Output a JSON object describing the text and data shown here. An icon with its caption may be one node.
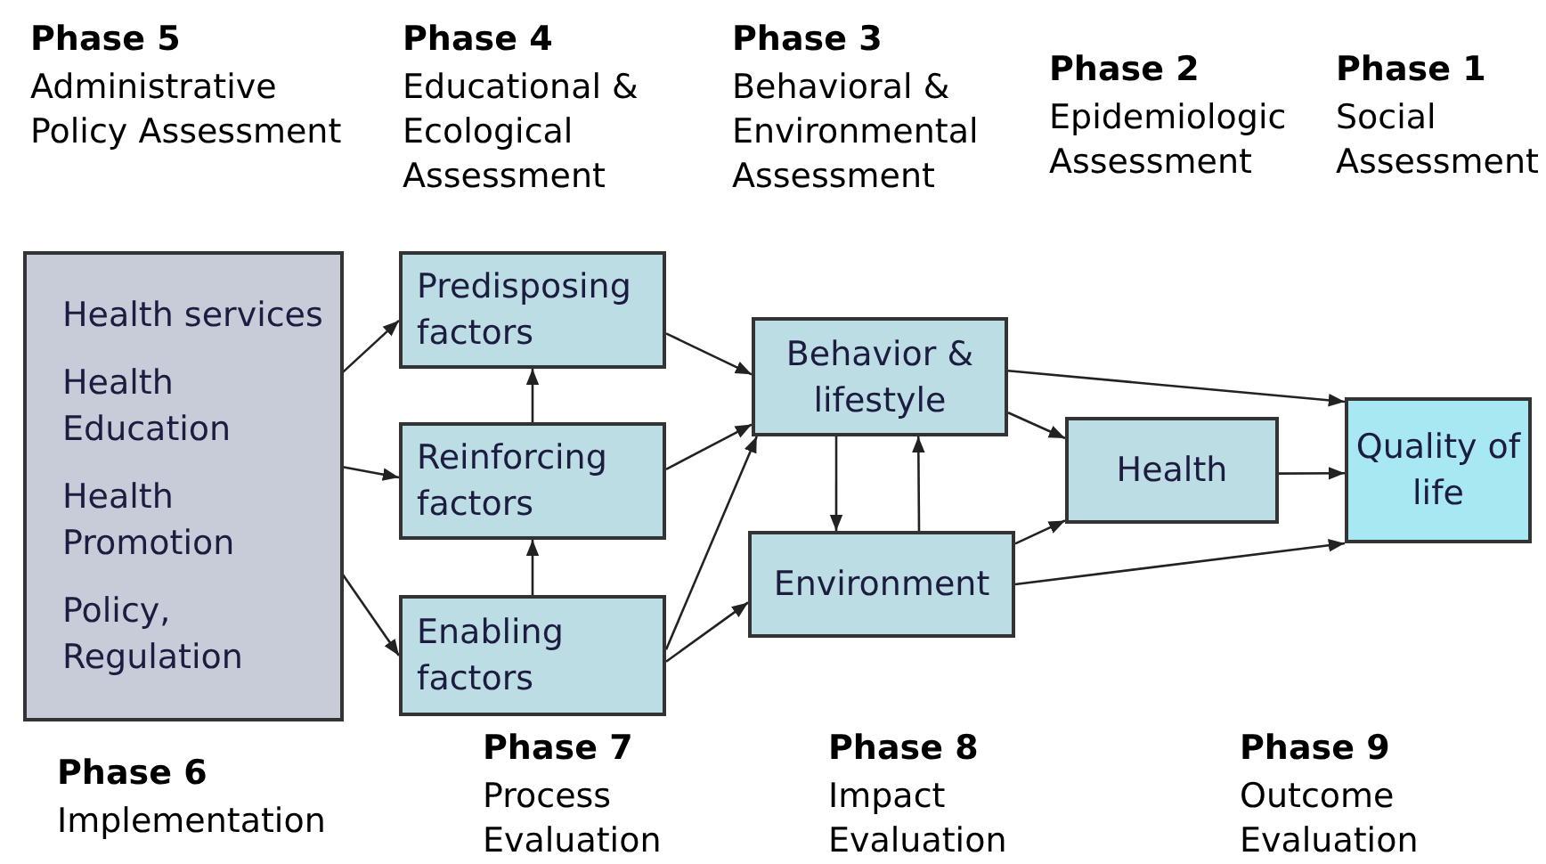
{
  "diagram": {
    "nodes": [
      {
        "text": [
          "Health services",
          "Health Education",
          "Health Promotion",
          "Policy, Regulation"
        ]
      },
      {
        "text": [
          "Predisposing factors"
        ]
      },
      {
        "text": [
          "Reinforcing factors"
        ]
      },
      {
        "text": [
          "Enabling factors"
        ]
      },
      {
        "text": [
          "Behavior & lifestyle"
        ]
      },
      {
        "text": [
          "Environment"
        ]
      },
      {
        "text": [
          "Health"
        ]
      },
      {
        "text": [
          "Quality of life"
        ]
      }
    ],
    "edges": [
      {
        "from": 0,
        "to": 1,
        "arrow": "to"
      },
      {
        "from": 0,
        "to": 2,
        "arrow": "to"
      },
      {
        "from": 0,
        "to": 3,
        "arrow": "to"
      },
      {
        "from": 2,
        "to": 1,
        "arrow": "to"
      },
      {
        "from": 3,
        "to": 2,
        "arrow": "to"
      },
      {
        "from": 1,
        "to": 4,
        "arrow": "to"
      },
      {
        "from": 2,
        "to": 4,
        "arrow": "to"
      },
      {
        "from": 3,
        "to": 4,
        "arrow": "to"
      },
      {
        "from": 3,
        "to": 5,
        "arrow": "to"
      },
      {
        "from": 4,
        "to": 5,
        "arrow": "to"
      },
      {
        "from": 5,
        "to": 4,
        "arrow": "to"
      },
      {
        "from": 4,
        "to": 6,
        "arrow": "to"
      },
      {
        "from": 5,
        "to": 6,
        "arrow": "to"
      },
      {
        "from": 4,
        "to": 7,
        "arrow": "to"
      },
      {
        "from": 5,
        "to": 7,
        "arrow": "to"
      },
      {
        "from": 6,
        "to": 7,
        "arrow": "to"
      }
    ],
    "labels": [
      "Phase 5",
      "Administrative Policy Assessment",
      "Phase 4",
      "Educational & Ecological Assessment",
      "Phase 3",
      "Behavioral & Environmental Assessment",
      "Phase 2",
      "Epidemiologic Assessment",
      "Phase 1",
      "Social Assessment",
      "Phase 6",
      "Implementation",
      "Phase 7",
      "Process Evaluation",
      "Phase 8",
      "Impact Evaluation",
      "Phase 9",
      "Outcome Evaluation"
    ]
  }
}
